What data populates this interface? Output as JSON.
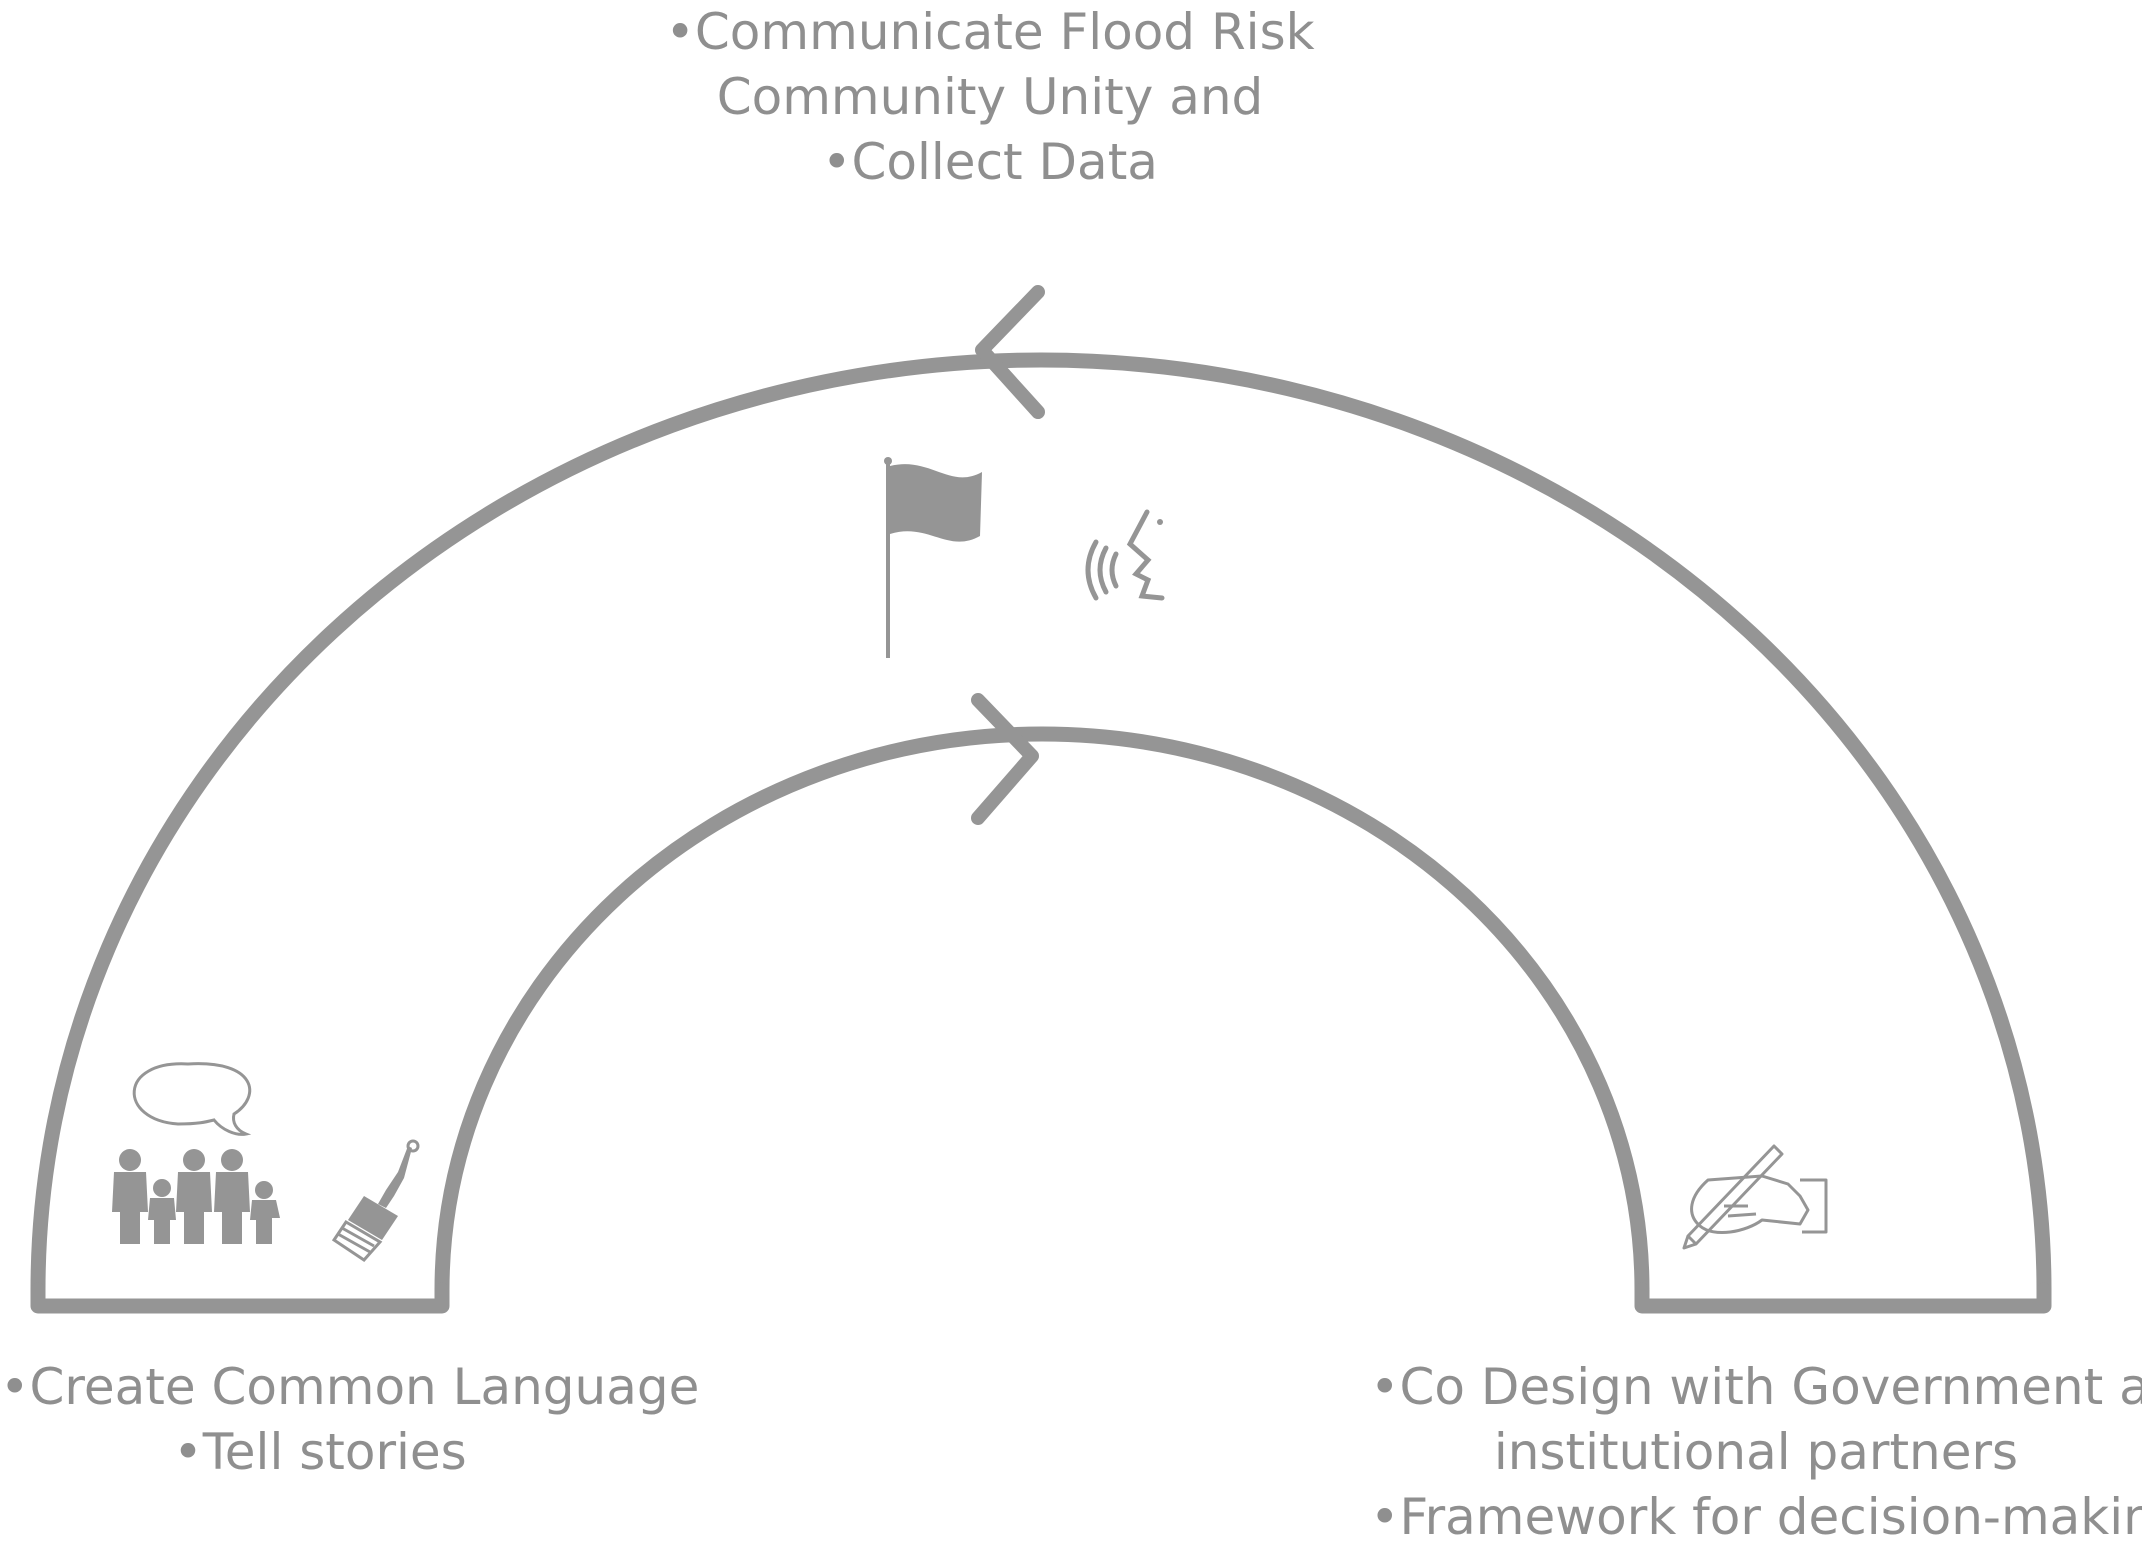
{
  "colors": {
    "stroke": "#959595",
    "text": "#8f8f8f",
    "background": "#ffffff"
  },
  "labels": {
    "top": [
      "•Communicate Flood Risk",
      "Community Unity and",
      "•Collect Data"
    ],
    "left": [
      "•Create Common Language",
      "•Tell stories"
    ],
    "right": [
      "•Co Design with Government and",
      "institutional partners",
      "•Framework for decision-making."
    ]
  },
  "icons": {
    "top": [
      "flag-icon",
      "speaking-face-icon"
    ],
    "left": [
      "family-with-speech-bubble-icon",
      "paintbrush-icon"
    ],
    "right": [
      "hand-writing-pen-icon"
    ]
  },
  "flow": {
    "outer_arc_direction": "right-to-left",
    "inner_arc_direction": "left-to-right"
  }
}
